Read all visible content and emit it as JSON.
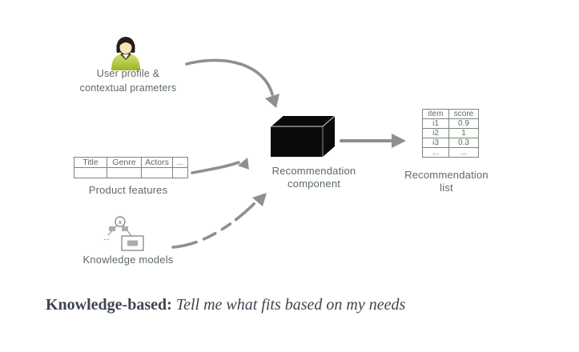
{
  "nodes": {
    "user_profile": {
      "line1": "User profile &",
      "line2": "contextual prameters"
    },
    "product_features": {
      "label": "Product features",
      "headers": [
        "Title",
        "Genre",
        "Actors",
        "..."
      ]
    },
    "knowledge_models": {
      "label": "Knowledge models",
      "node_symbol": "x",
      "ellipsis": "..."
    },
    "component": {
      "line1": "Recommendation",
      "line2": "component"
    },
    "recommendation_list": {
      "line1": "Recommendation",
      "line2": "list",
      "headers": [
        "item",
        "score"
      ],
      "rows": [
        [
          "i1",
          "0.9"
        ],
        [
          "i2",
          "1"
        ],
        [
          "i3",
          "0.3"
        ],
        [
          "...",
          "..."
        ]
      ]
    }
  },
  "caption": {
    "term": "Knowledge-based:",
    "text": "Tell me what fits based on my needs"
  },
  "colors": {
    "background": "#ffffff",
    "diagram_text": "#5d6b60",
    "table_border": "#7a877a",
    "arrow": "#8f8f8f",
    "component_box": "#0a0a0a",
    "caption_text": "#3e4651",
    "user_shirt": "#a9bf33"
  }
}
